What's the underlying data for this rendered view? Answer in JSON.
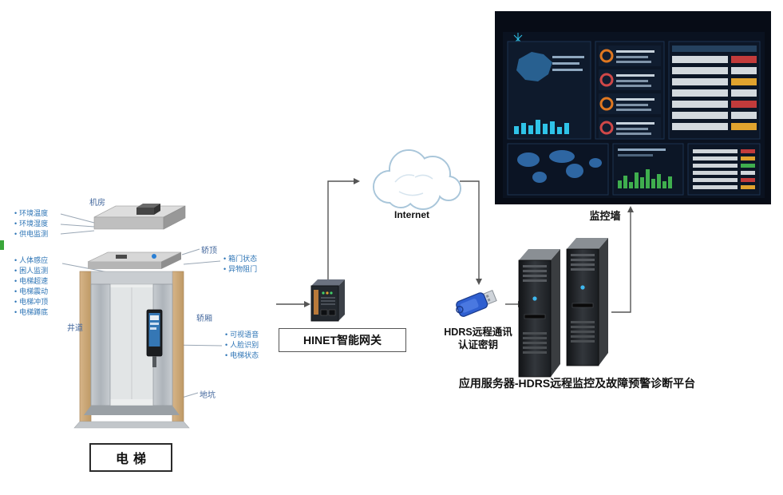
{
  "diagram": {
    "elevator": {
      "box_label": "电梯",
      "section_labels": {
        "machine_room": "机房",
        "car_top": "轿顶",
        "shaft": "井道",
        "car": "轿厢",
        "pit": "地坑"
      },
      "machine_room_sensors": [
        "环境温度",
        "环境湿度",
        "供电监测"
      ],
      "shaft_sensors": [
        "人体感应",
        "困人监测",
        "电梯超速",
        "电梯震动",
        "电梯冲顶",
        "电梯蹲底"
      ],
      "door_labels": [
        "箱门状态",
        "异物阻门"
      ],
      "car_labels": [
        "可视语音",
        "人脸识别",
        "电梯状态"
      ]
    },
    "gateway": {
      "label": "HINET智能网关"
    },
    "internet": {
      "label": "Internet"
    },
    "auth_key": {
      "label_line1": "HDRS远程通讯",
      "label_line2": "认证密钥"
    },
    "server": {
      "label": "应用服务器-HDRS远程监控及故障预警诊断平台"
    },
    "wall": {
      "label": "监控墙"
    }
  },
  "colors": {
    "sensor_text": "#2e75b6",
    "section_text": "#44689d",
    "flow_line": "#555555",
    "leader_line": "#9aa7b5",
    "key_blue": "#2f5fd0",
    "wall_bg": "#070c16"
  }
}
